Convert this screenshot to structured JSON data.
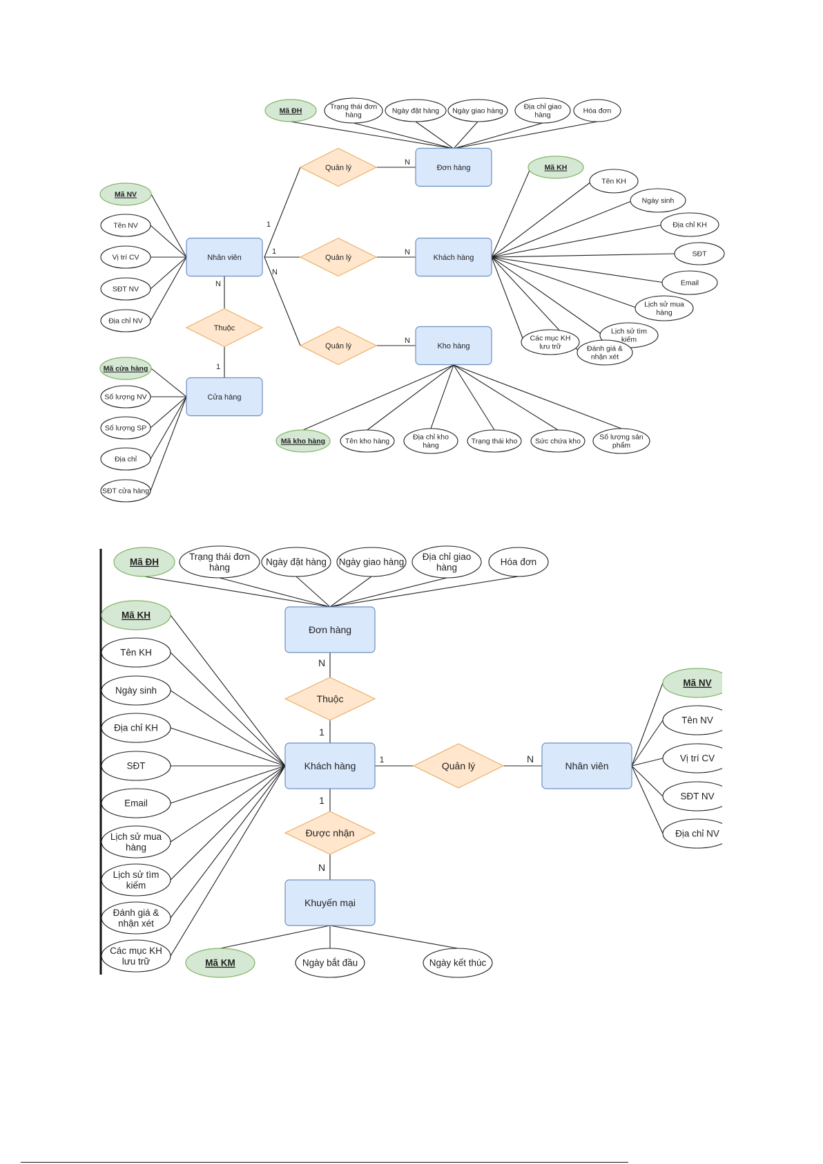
{
  "colors": {
    "entity_fill": "#dae8fc",
    "entity_stroke": "#6c8ebf",
    "relationship_fill": "#ffe6cc",
    "relationship_stroke": "#e8b06a",
    "key_attribute_fill": "#d5e8d4",
    "key_attribute_stroke": "#82b366"
  },
  "diagram1": {
    "entities": {
      "don_hang": "Đơn hàng",
      "nhan_vien": "Nhân viên",
      "khach_hang": "Khách hàng",
      "kho_hang": "Kho hàng",
      "cua_hang": "Cửa hàng"
    },
    "relationships": {
      "quan_ly_dh": "Quản lý",
      "quan_ly_kh": "Quản lý",
      "quan_ly_kho": "Quản lý",
      "thuoc": "Thuộc"
    },
    "cardinalities": {
      "nv_dh": "1",
      "dh": "N",
      "nv_kh": "1",
      "kh": "N",
      "nv_kho": "N",
      "kho": "N",
      "nv_thuoc": "N",
      "ch_thuoc": "1"
    },
    "attributes": {
      "don_hang": {
        "key": "Mã ĐH",
        "trang_thai": [
          "Trạng thái đơn",
          "hàng"
        ],
        "ngay_dat": "Ngày đặt hàng",
        "ngay_giao": "Ngày giao hàng",
        "dia_chi": [
          "Địa chỉ giao",
          "hàng"
        ],
        "hoa_don": "Hóa đơn"
      },
      "nhan_vien": {
        "key": "Mã NV",
        "ten": "Tên NV",
        "vi_tri": "Vị trí CV",
        "sdt": "SĐT NV",
        "dia_chi": "Địa chỉ NV"
      },
      "khach_hang": {
        "key": "Mã KH",
        "ten": "Tên KH",
        "ngay_sinh": "Ngày sinh",
        "dia_chi": "Địa chỉ KH",
        "sdt": "SĐT",
        "email": "Email",
        "ls_mua": [
          "Lịch sử mua",
          "hàng"
        ],
        "ls_tim": [
          "Lịch sử tìm",
          "kiếm"
        ],
        "danh_gia": [
          "Đánh giá &",
          "nhận xét"
        ],
        "cac_muc": [
          "Các mục KH",
          "lưu trữ"
        ]
      },
      "cua_hang": {
        "key": "Mã cửa hàng",
        "so_nv": "Số lượng NV",
        "so_sp": "Số lượng SP",
        "dia_chi": "Địa chỉ",
        "sdt": "SĐT cửa hàng"
      },
      "kho_hang": {
        "key": "Mã kho hàng",
        "ten": "Tên kho hàng",
        "dia_chi": [
          "Địa chỉ kho",
          "hàng"
        ],
        "trang_thai": "Trạng thái kho",
        "suc_chua": "Sức chứa kho",
        "so_luong": [
          "Số lượng sản",
          "phẩm"
        ]
      }
    }
  },
  "diagram2": {
    "entities": {
      "don_hang": "Đơn hàng",
      "khach_hang": "Khách hàng",
      "nhan_vien": "Nhân viên",
      "khuyen_mai": "Khuyến mại"
    },
    "relationships": {
      "thuoc": "Thuộc",
      "quan_ly": "Quản lý",
      "duoc_nhan": "Được nhận"
    },
    "cardinalities": {
      "dh_thuoc": "N",
      "kh_thuoc": "1",
      "kh_ql": "1",
      "nv_ql": "N",
      "kh_dn": "1",
      "km_dn": "N"
    },
    "attributes": {
      "don_hang": {
        "key": "Mã ĐH",
        "trang_thai": [
          "Trạng thái đơn",
          "hàng"
        ],
        "ngay_dat": "Ngày đặt hàng",
        "ngay_giao": "Ngày giao hàng",
        "dia_chi": [
          "Địa chỉ giao",
          "hàng"
        ],
        "hoa_don": "Hóa đơn"
      },
      "khach_hang": {
        "key": "Mã KH",
        "ten": "Tên KH",
        "ngay_sinh": "Ngày sinh",
        "dia_chi": "Địa chỉ KH",
        "sdt": "SĐT",
        "email": "Email",
        "ls_mua": [
          "Lịch sử mua",
          "hàng"
        ],
        "ls_tim": [
          "Lịch sử tìm",
          "kiếm"
        ],
        "danh_gia": [
          "Đánh giá &",
          "nhận xét"
        ],
        "cac_muc": [
          "Các mục KH",
          "lưu trữ"
        ]
      },
      "nhan_vien": {
        "key": "Mã NV",
        "ten": "Tên NV",
        "vi_tri": "Vị trí CV",
        "sdt": "SĐT NV",
        "dia_chi": "Địa chỉ NV"
      },
      "khuyen_mai": {
        "key": "Mã KM",
        "bat_dau": "Ngày bắt đầu",
        "ket_thuc": "Ngày kết thúc"
      }
    }
  }
}
